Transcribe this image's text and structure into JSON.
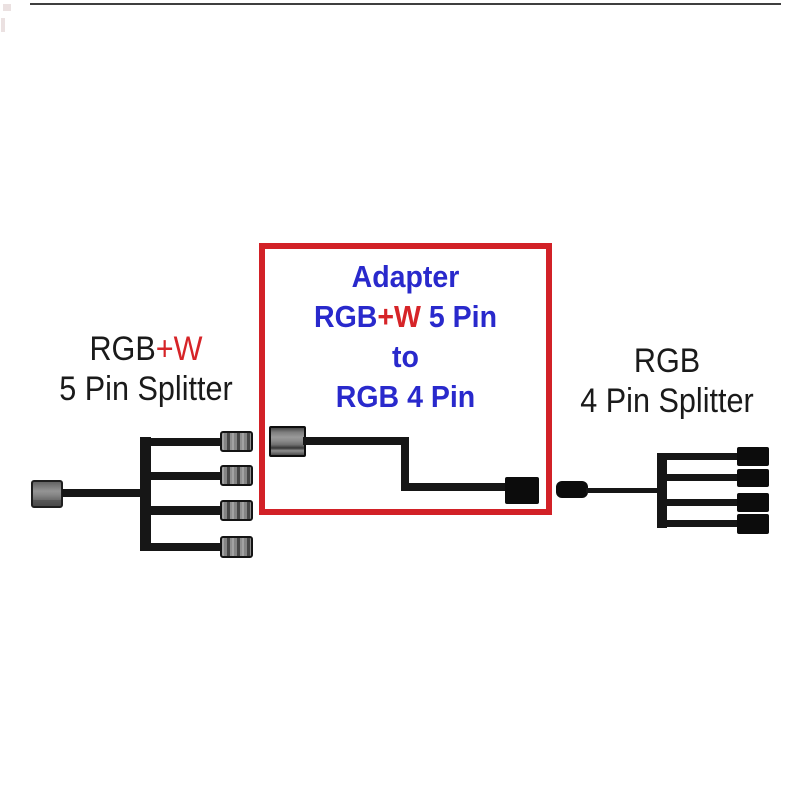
{
  "colors": {
    "blue": "#2929cc",
    "red": "#d62428",
    "red-border": "#d22127",
    "ink": "#1a1a1a",
    "wire": "#161616",
    "connector-gray": "#8a8a8a"
  },
  "left_splitter": {
    "title_rgb": "RGB",
    "title_w": "+W",
    "subtitle": "5 Pin Splitter"
  },
  "adapter_box": {
    "line1": "Adapter",
    "line2_rgb": "RGB",
    "line2_w": "+W",
    "line2_tail": " 5 Pin",
    "line3": "to",
    "line4": "RGB 4 Pin"
  },
  "right_splitter": {
    "title": "RGB",
    "subtitle": "4 Pin Splitter"
  }
}
